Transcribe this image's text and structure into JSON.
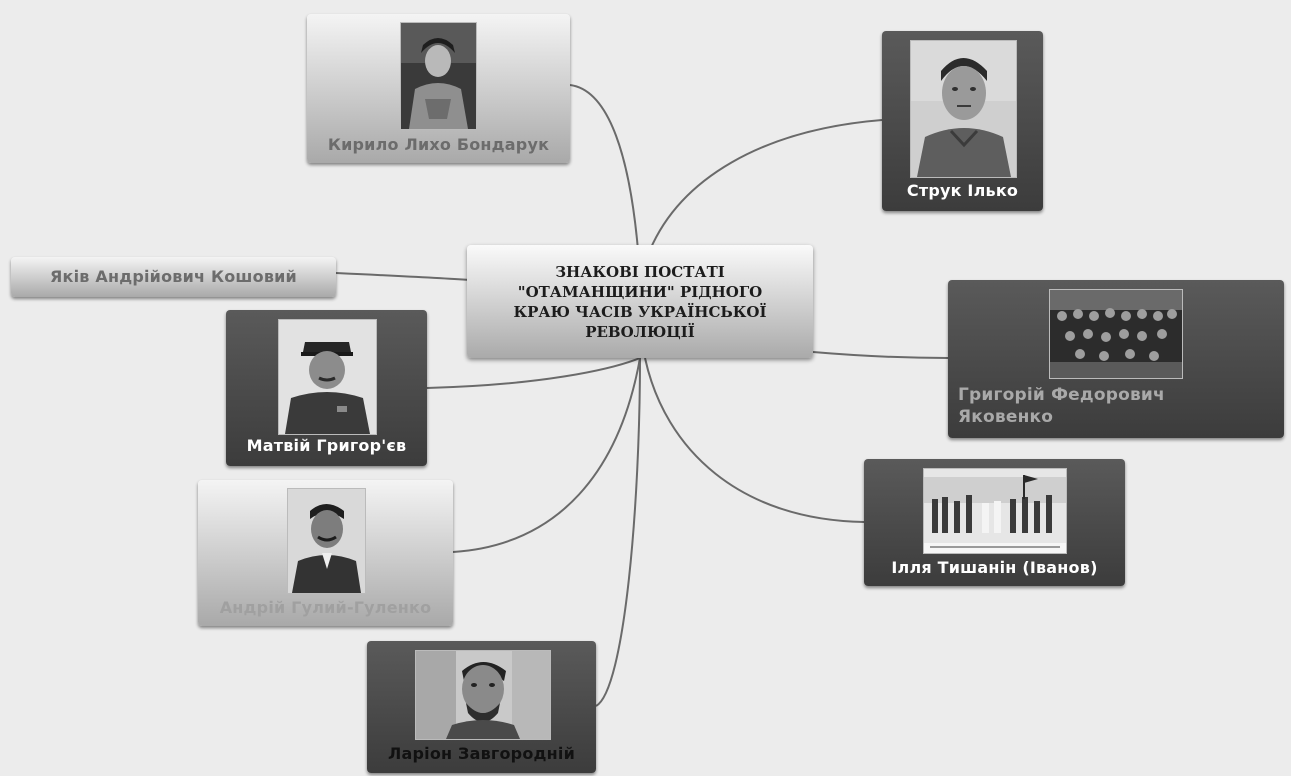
{
  "center": {
    "text": "ЗНАКОВІ ПОСТАТІ \"ОТАМАНЩИНИ\" РІДНОГО КРАЮ ЧАСІВ УКРАЇНСЬКОЇ РЕВОЛЮЦІЇ"
  },
  "nodes": {
    "bondaruk": {
      "label": "Кирило Лихо Бондарук"
    },
    "struk": {
      "label": "Струк Ілько"
    },
    "koshovyi": {
      "label": "Яків Андрійович Кошовий"
    },
    "hryhoriev": {
      "label": "Матвій Григор'єв"
    },
    "yakovenko": {
      "label_line1": "Григорій Федорович",
      "label_line2": "Яковенко"
    },
    "hulyi": {
      "label": "Андрій Гулий-Гуленко"
    },
    "tyshanin": {
      "label": "Ілля Тишанін (Іванов)"
    },
    "zavhorodnii": {
      "label": "Ларіон Завгородній"
    }
  },
  "colors": {
    "background": "#ececec",
    "connector": "#6a6a6a",
    "dark_node": "#4a4a4a",
    "light_node": "#d0d0d0"
  }
}
